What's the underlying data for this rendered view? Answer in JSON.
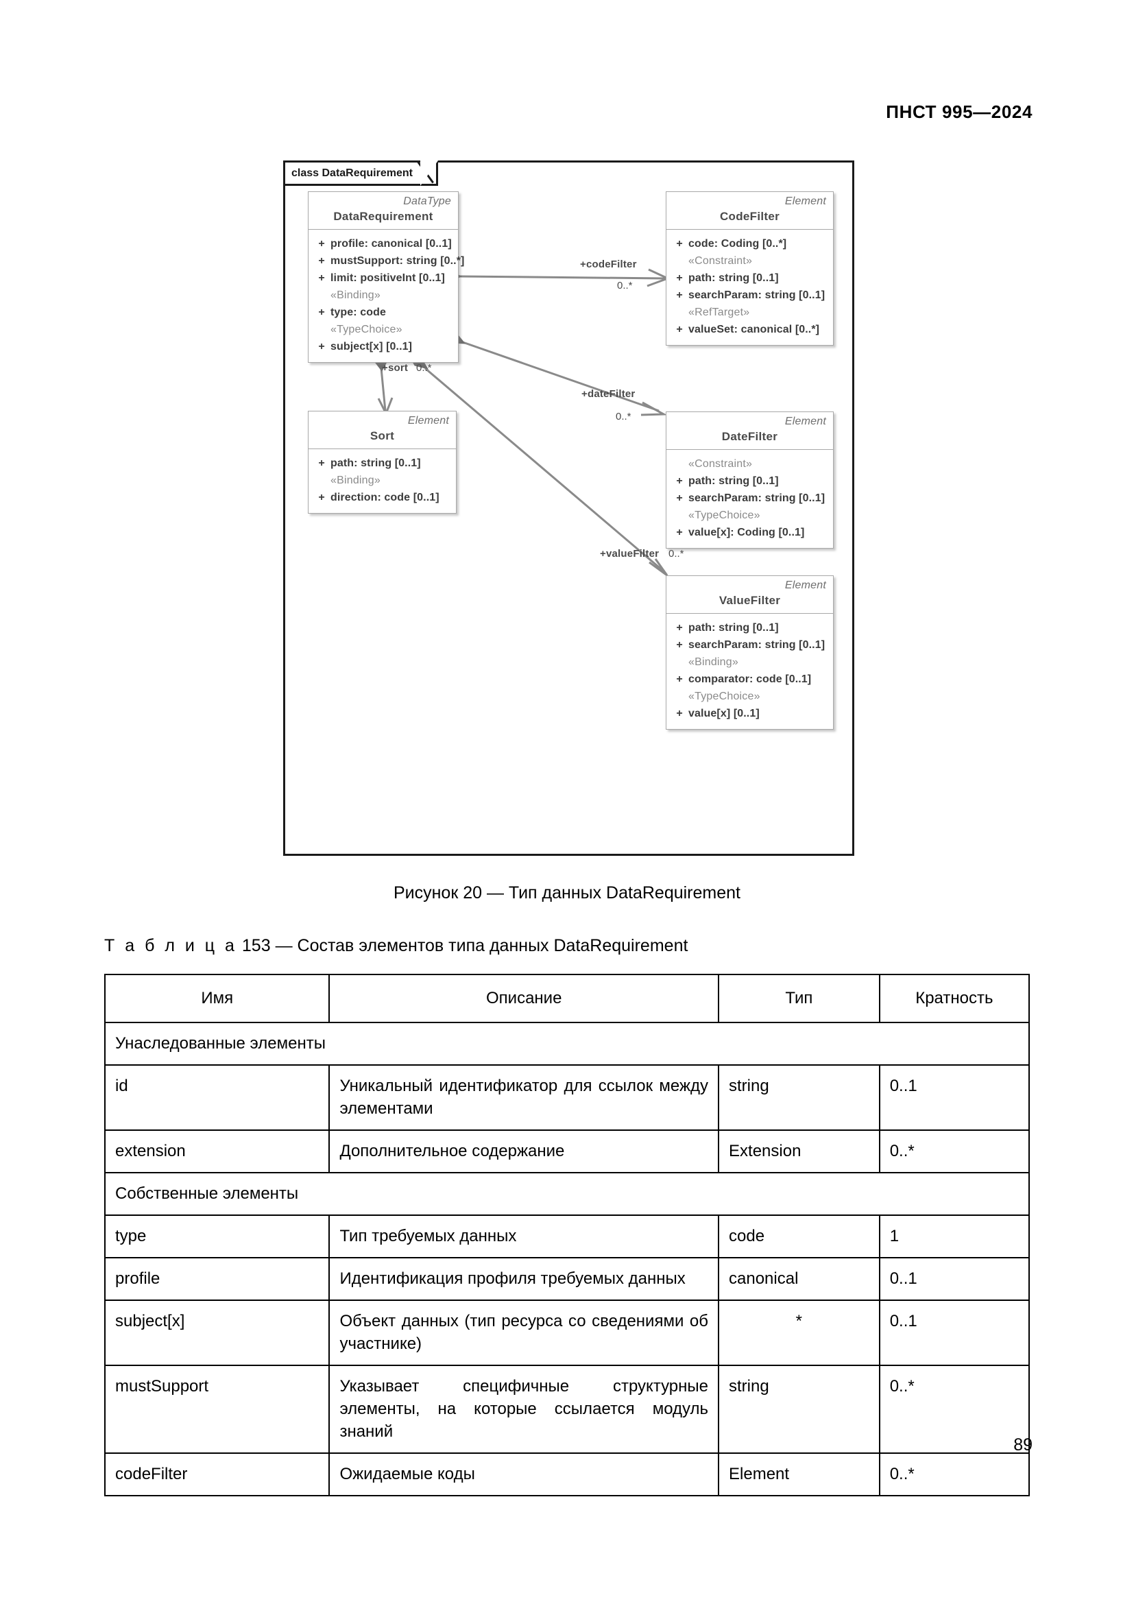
{
  "header": {
    "standard": "ПНСТ 995—2024"
  },
  "page_number": "89",
  "figure": {
    "frame_label": "class DataRequirement",
    "caption": "Рисунок 20 — Тип данных DataRequirement",
    "classes": [
      {
        "key": "datarequirement",
        "stereotype": "DataType",
        "name": "DataRequirement",
        "members": [
          {
            "kind": "attr",
            "visibility": "+",
            "text": "profile: canonical [0..1]"
          },
          {
            "kind": "attr",
            "visibility": "+",
            "text": "mustSupport: string [0..*]"
          },
          {
            "kind": "attr",
            "visibility": "+",
            "text": "limit: positiveInt [0..1]"
          },
          {
            "kind": "stereo",
            "text": "«Binding»"
          },
          {
            "kind": "attr",
            "visibility": "+",
            "text": "type: code"
          },
          {
            "kind": "stereo",
            "text": "«TypeChoice»"
          },
          {
            "kind": "attr",
            "visibility": "+",
            "text": "subject[x] [0..1]"
          }
        ]
      },
      {
        "key": "codefilter",
        "stereotype": "Element",
        "name": "CodeFilter",
        "members": [
          {
            "kind": "attr",
            "visibility": "+",
            "text": "code: Coding [0..*]"
          },
          {
            "kind": "stereo",
            "text": "«Constraint»"
          },
          {
            "kind": "attr",
            "visibility": "+",
            "text": "path: string [0..1]"
          },
          {
            "kind": "attr",
            "visibility": "+",
            "text": "searchParam: string [0..1]"
          },
          {
            "kind": "stereo",
            "text": "«RefTarget»"
          },
          {
            "kind": "attr",
            "visibility": "+",
            "text": "valueSet: canonical [0..*]"
          }
        ]
      },
      {
        "key": "sort",
        "stereotype": "Element",
        "name": "Sort",
        "members": [
          {
            "kind": "attr",
            "visibility": "+",
            "text": "path: string [0..1]"
          },
          {
            "kind": "stereo",
            "text": "«Binding»"
          },
          {
            "kind": "attr",
            "visibility": "+",
            "text": "direction: code [0..1]"
          }
        ]
      },
      {
        "key": "datefilter",
        "stereotype": "Element",
        "name": "DateFilter",
        "members": [
          {
            "kind": "stereo",
            "text": "«Constraint»"
          },
          {
            "kind": "attr",
            "visibility": "+",
            "text": "path: string [0..1]"
          },
          {
            "kind": "attr",
            "visibility": "+",
            "text": "searchParam: string [0..1]"
          },
          {
            "kind": "stereo",
            "text": "«TypeChoice»"
          },
          {
            "kind": "attr",
            "visibility": "+",
            "text": "value[x]: Coding [0..1]"
          }
        ]
      },
      {
        "key": "valuefilter",
        "stereotype": "Element",
        "name": "ValueFilter",
        "members": [
          {
            "kind": "attr",
            "visibility": "+",
            "text": "path: string [0..1]"
          },
          {
            "kind": "attr",
            "visibility": "+",
            "text": "searchParam: string [0..1]"
          },
          {
            "kind": "stereo",
            "text": "«Binding»"
          },
          {
            "kind": "attr",
            "visibility": "+",
            "text": "comparator: code [0..1]"
          },
          {
            "kind": "stereo",
            "text": "«TypeChoice»"
          },
          {
            "kind": "attr",
            "visibility": "+",
            "text": "value[x] [0..1]"
          }
        ]
      }
    ],
    "associations": [
      {
        "key": "codefilter",
        "role": "+codeFilter",
        "multiplicity": "0..*"
      },
      {
        "key": "sort",
        "role": "+sort",
        "multiplicity": "0..*"
      },
      {
        "key": "datefilter",
        "role": "+dateFilter",
        "multiplicity": "0..*"
      },
      {
        "key": "valuefilter",
        "role": "+valueFilter",
        "multiplicity": "0..*"
      }
    ]
  },
  "table": {
    "caption_word": "Т а б л и ц а",
    "caption_rest": "153 — Состав элементов типа данных DataRequirement",
    "columns": [
      "Имя",
      "Описание",
      "Тип",
      "Кратность"
    ],
    "rows": [
      {
        "type": "group",
        "label": "Унаследованные элементы"
      },
      {
        "type": "data",
        "name": "id",
        "desc": "Уникальный идентификатор для ссылок между элементами",
        "dtype": "string",
        "card": "0..1"
      },
      {
        "type": "data",
        "name": "extension",
        "desc": "Дополнительное содержание",
        "dtype": "Extension",
        "card": "0..*"
      },
      {
        "type": "group",
        "label": "Собственные элементы"
      },
      {
        "type": "data",
        "name": "type",
        "desc": "Тип требуемых данных",
        "dtype": "code",
        "card": "1"
      },
      {
        "type": "data",
        "name": "profile",
        "desc": "Идентификация профиля требуемых данных",
        "dtype": "canonical",
        "card": "0..1"
      },
      {
        "type": "data",
        "name": "subject[x]",
        "desc": "Объект данных (тип ресурса со сведениями об участнике)",
        "dtype": "*",
        "dtype_center": true,
        "card": "0..1"
      },
      {
        "type": "data",
        "name": "mustSupport",
        "desc": "Указывает специфичные структурные элементы, на которые ссылается модуль знаний",
        "dtype": "string",
        "card": "0..*"
      },
      {
        "type": "data",
        "name": "codeFilter",
        "desc": "Ожидаемые коды",
        "dtype": "Element",
        "card": "0..*"
      }
    ]
  }
}
